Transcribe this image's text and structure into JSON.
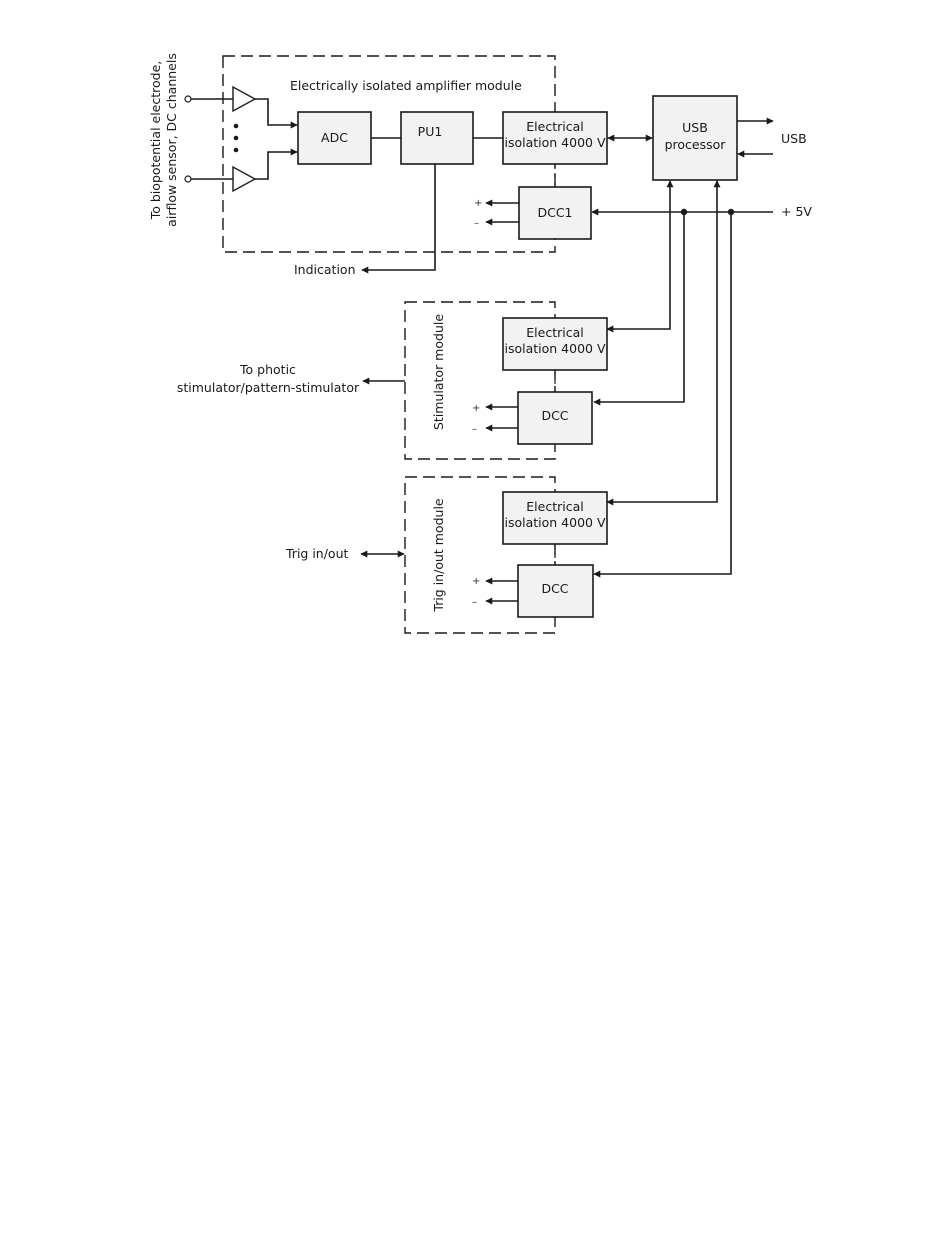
{
  "modules": {
    "amplifier": {
      "title": "Electrically isolated amplifier module"
    },
    "stimulator": {
      "title": "Stimulator module"
    },
    "trig": {
      "title": "Trig in/out module"
    }
  },
  "blocks": {
    "adc": "ADC",
    "pu1": "PU1",
    "iso1_line1": "Electrical",
    "iso1_line2": "isolation 4000 V",
    "dcc1": "DCC1",
    "usb_line1": "USB",
    "usb_line2": "processor",
    "iso2_line1": "Electrical",
    "iso2_line2": "isolation 4000 V",
    "dcc2": "DCC",
    "iso3_line1": "Electrical",
    "iso3_line2": "isolation 4000 V",
    "dcc3": "DCC"
  },
  "labels": {
    "input_line1": "To biopotential electrode,",
    "input_line2": "airflow sensor, DC channels",
    "indication": "Indication",
    "usb": "USB",
    "power": "+ 5V",
    "photic_line1": "To photic",
    "photic_line2": "stimulator/pattern-stimulator",
    "trig": "Trig in/out",
    "plus": "+",
    "minus": "–"
  }
}
